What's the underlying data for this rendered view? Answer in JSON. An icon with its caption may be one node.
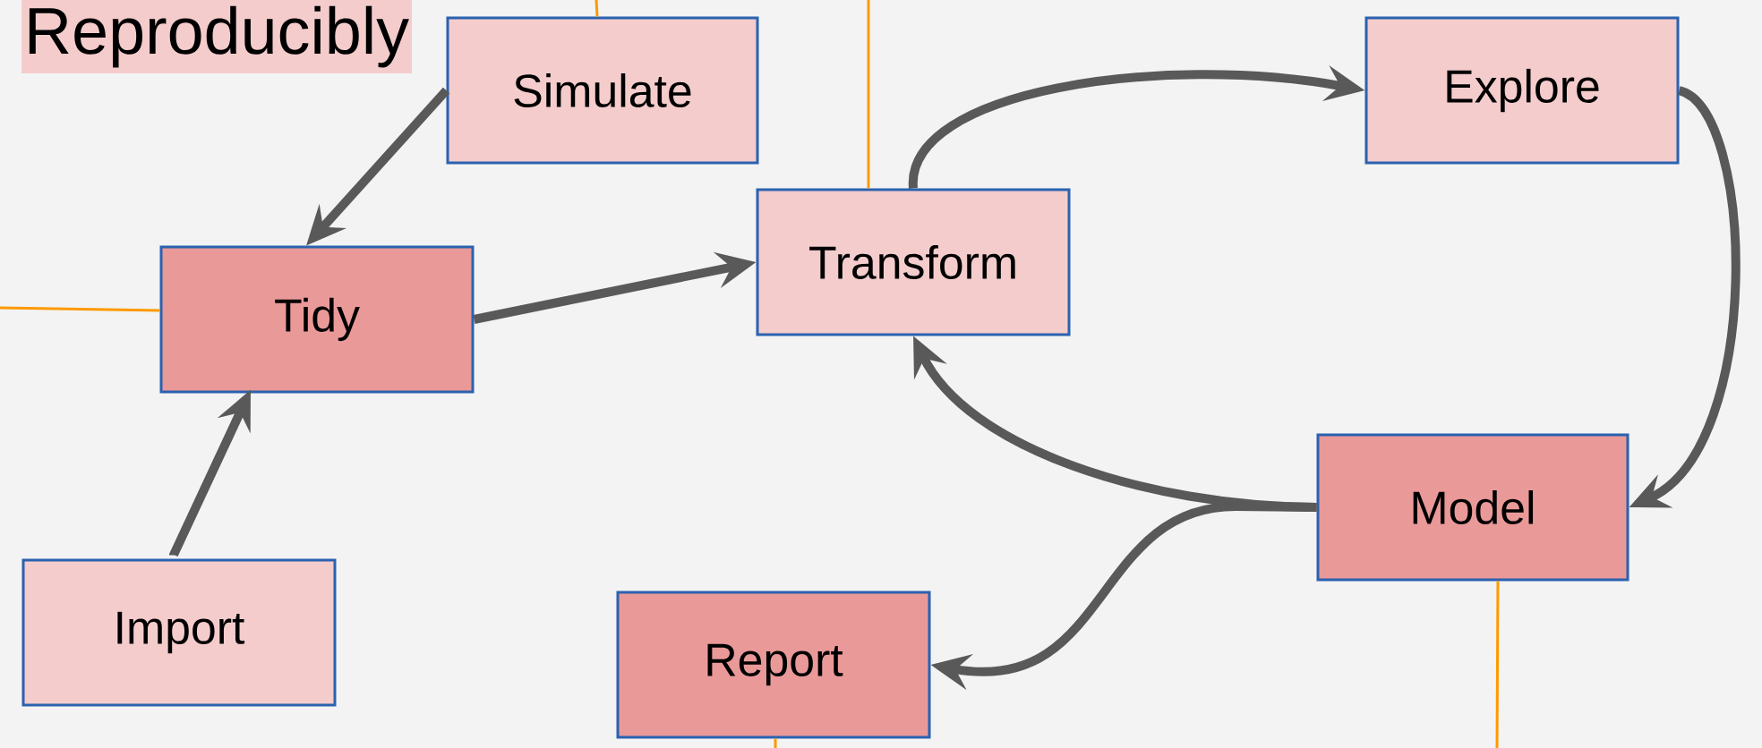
{
  "diagram": {
    "nodes": [
      {
        "text": [
          "Reproducibly"
        ]
      },
      {
        "text": [
          "Simulate"
        ]
      },
      {
        "text": [
          "Explore"
        ]
      },
      {
        "text": [
          "Tidy"
        ]
      },
      {
        "text": [
          "Transform"
        ]
      },
      {
        "text": [
          "Model"
        ]
      },
      {
        "text": [
          "Import"
        ]
      },
      {
        "text": [
          "Report"
        ]
      }
    ],
    "edges": [
      {
        "from": 1,
        "to": 3,
        "arrow": "to"
      },
      {
        "from": 3,
        "to": 4,
        "arrow": "to"
      },
      {
        "from": 4,
        "to": 2,
        "arrow": "to"
      },
      {
        "from": 2,
        "to": 5,
        "arrow": "to"
      },
      {
        "from": 5,
        "to": 4,
        "arrow": "to"
      },
      {
        "from": 5,
        "to": 7,
        "arrow": "to"
      },
      {
        "from": 6,
        "to": 3,
        "arrow": "to"
      },
      {
        "from": null,
        "to": 1,
        "arrow": "none",
        "color": "#ff9900"
      },
      {
        "from": null,
        "to": 4,
        "arrow": "none",
        "color": "#ff9900"
      },
      {
        "from": null,
        "to": 3,
        "arrow": "none",
        "color": "#ff9900"
      },
      {
        "from": null,
        "to": 5,
        "arrow": "none",
        "color": "#ff9900"
      },
      {
        "from": null,
        "to": 7,
        "arrow": "none",
        "color": "#ff9900"
      }
    ]
  }
}
